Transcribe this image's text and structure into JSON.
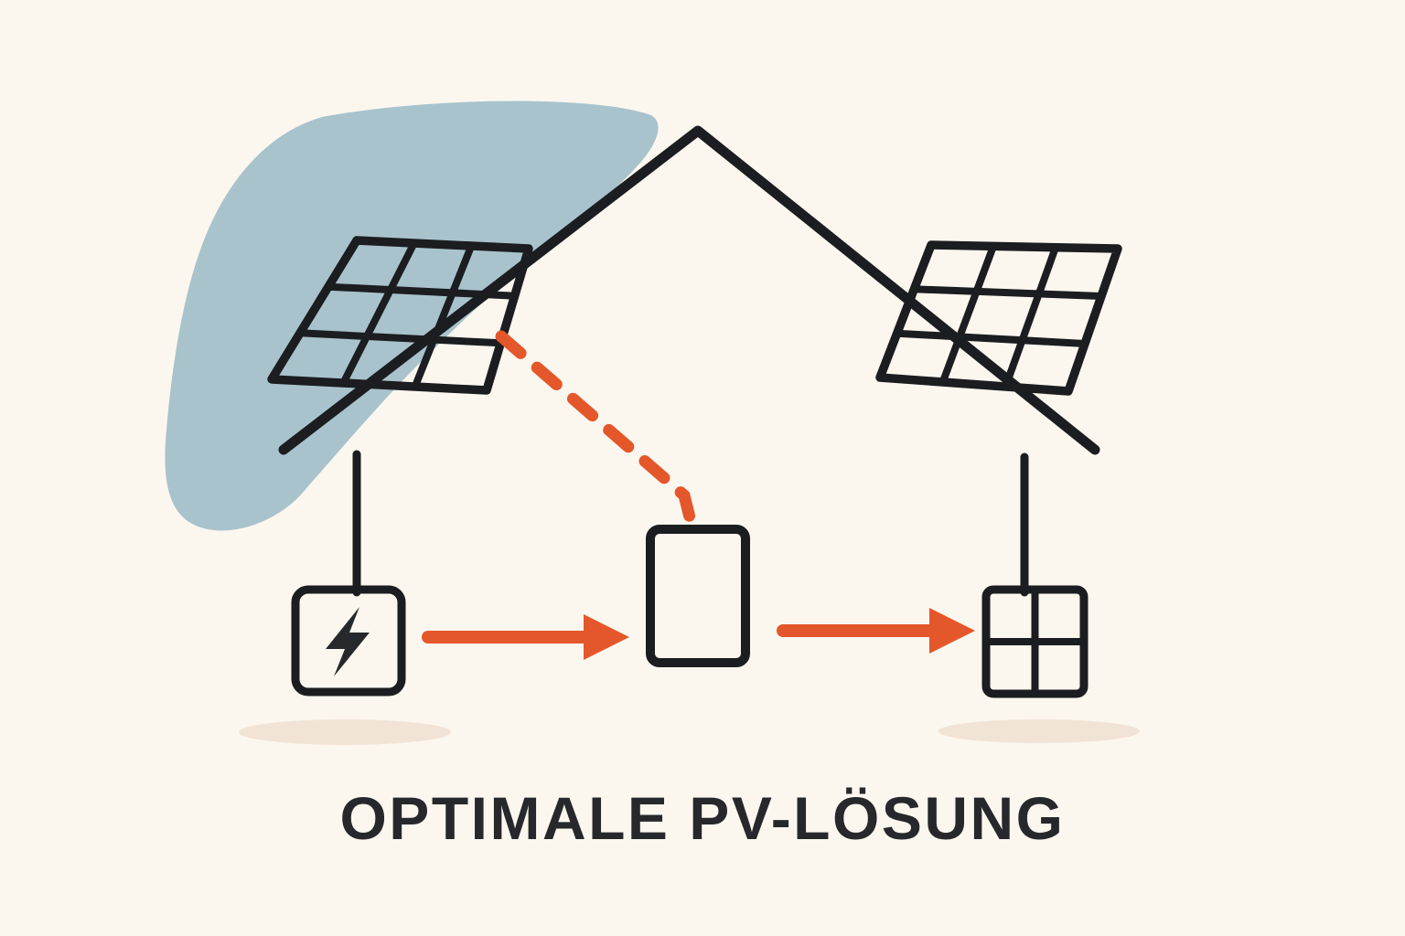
{
  "title": "OPTIMALE PV-LÖSUNG",
  "colors": {
    "background": "#FBF7EF",
    "ink": "#1B1D20",
    "accent_orange": "#E4572A",
    "panel_fill": "#B3C8D1",
    "blob_fill": "#A9C3CD",
    "shadow": "#F1E3D6",
    "title_text": "#26282B"
  },
  "illustration": {
    "subject": "house roofline with two rooftop solar panels and energy flow",
    "icons": {
      "battery_box": "lightning-bolt-icon",
      "meter_box": "grid-2x2-icon",
      "inverter_box": "blank-rectangle"
    },
    "flow": {
      "dashed_link": "left solar panel to inverter box",
      "arrow_1": "battery box to inverter box",
      "arrow_2": "inverter box to meter box"
    }
  }
}
